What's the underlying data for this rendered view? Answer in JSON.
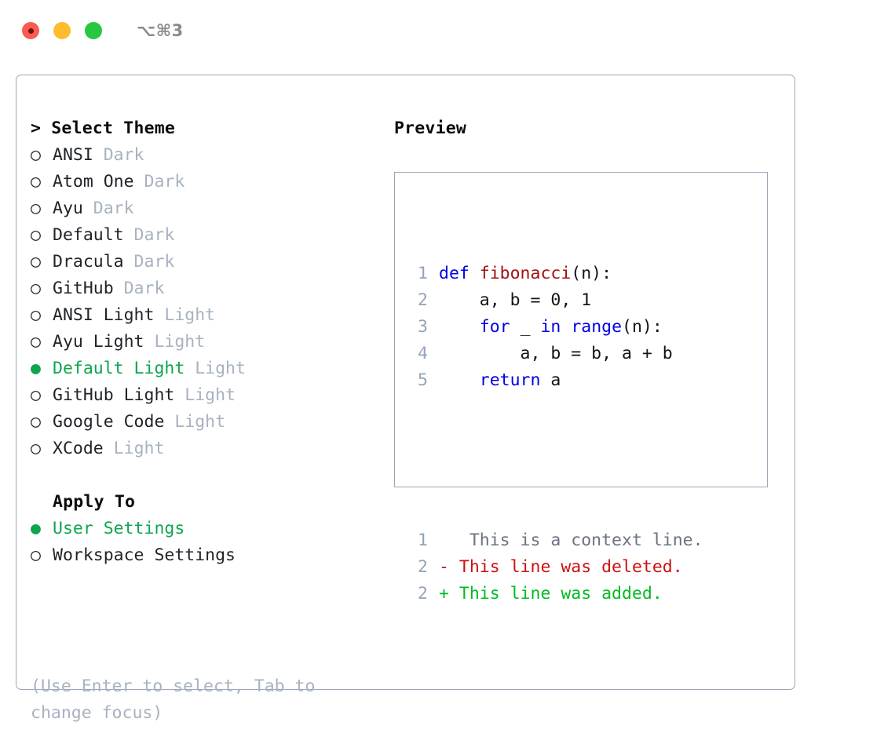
{
  "window": {
    "shortcut": "⌥⌘3",
    "traffic_lights": [
      "close",
      "minimize",
      "maximize"
    ]
  },
  "theme_panel": {
    "header": "> Select Theme",
    "items": [
      {
        "bullet": "○",
        "label": "ANSI",
        "tag": "Dark",
        "selected": false
      },
      {
        "bullet": "○",
        "label": "Atom One",
        "tag": "Dark",
        "selected": false
      },
      {
        "bullet": "○",
        "label": "Ayu",
        "tag": "Dark",
        "selected": false
      },
      {
        "bullet": "○",
        "label": "Default",
        "tag": "Dark",
        "selected": false
      },
      {
        "bullet": "○",
        "label": "Dracula",
        "tag": "Dark",
        "selected": false
      },
      {
        "bullet": "○",
        "label": "GitHub",
        "tag": "Dark",
        "selected": false
      },
      {
        "bullet": "○",
        "label": "ANSI Light",
        "tag": "Light",
        "selected": false
      },
      {
        "bullet": "○",
        "label": "Ayu Light",
        "tag": "Light",
        "selected": false
      },
      {
        "bullet": "●",
        "label": "Default Light",
        "tag": "Light",
        "selected": true
      },
      {
        "bullet": "○",
        "label": "GitHub Light",
        "tag": "Light",
        "selected": false
      },
      {
        "bullet": "○",
        "label": "Google Code",
        "tag": "Light",
        "selected": false
      },
      {
        "bullet": "○",
        "label": "XCode",
        "tag": "Light",
        "selected": false
      }
    ]
  },
  "apply_to": {
    "header": "Apply To",
    "options": [
      {
        "bullet": "●",
        "label": "User Settings",
        "selected": true
      },
      {
        "bullet": "○",
        "label": "Workspace Settings",
        "selected": false
      }
    ]
  },
  "hint": "(Use Enter to select, Tab to change focus)",
  "preview": {
    "title": "Preview",
    "code_lines": [
      {
        "num": "1",
        "tokens": [
          {
            "t": "def ",
            "c": "kw"
          },
          {
            "t": "fibonacci",
            "c": "fn"
          },
          {
            "t": "(n):",
            "c": "txt"
          }
        ]
      },
      {
        "num": "2",
        "tokens": [
          {
            "t": "    a, b = 0, 1",
            "c": "txt"
          }
        ]
      },
      {
        "num": "3",
        "tokens": [
          {
            "t": "    ",
            "c": "txt"
          },
          {
            "t": "for",
            "c": "kw"
          },
          {
            "t": " _ ",
            "c": "txt"
          },
          {
            "t": "in",
            "c": "kw"
          },
          {
            "t": " ",
            "c": "txt"
          },
          {
            "t": "range",
            "c": "kw"
          },
          {
            "t": "(n):",
            "c": "txt"
          }
        ]
      },
      {
        "num": "4",
        "tokens": [
          {
            "t": "        a, b = b, a + b",
            "c": "txt"
          }
        ]
      },
      {
        "num": "5",
        "tokens": [
          {
            "t": "    ",
            "c": "txt"
          },
          {
            "t": "return",
            "c": "kw"
          },
          {
            "t": " a",
            "c": "txt"
          }
        ]
      }
    ],
    "diff_lines": [
      {
        "num": "1",
        "marker": " ",
        "text": "  This is a context line.",
        "kind": "ctx"
      },
      {
        "num": "2",
        "marker": "-",
        "text": " This line was deleted.",
        "kind": "del"
      },
      {
        "num": "2",
        "marker": "+",
        "text": " This line was added.",
        "kind": "add"
      }
    ]
  },
  "colors": {
    "selected_green": "#0da64f",
    "keyword_blue": "#0000e6",
    "function_red": "#a41010",
    "diff_deleted": "#cc1111",
    "diff_added": "#00bb22",
    "muted_gray": "#a8b2c0",
    "border": "#9aa6b6"
  }
}
